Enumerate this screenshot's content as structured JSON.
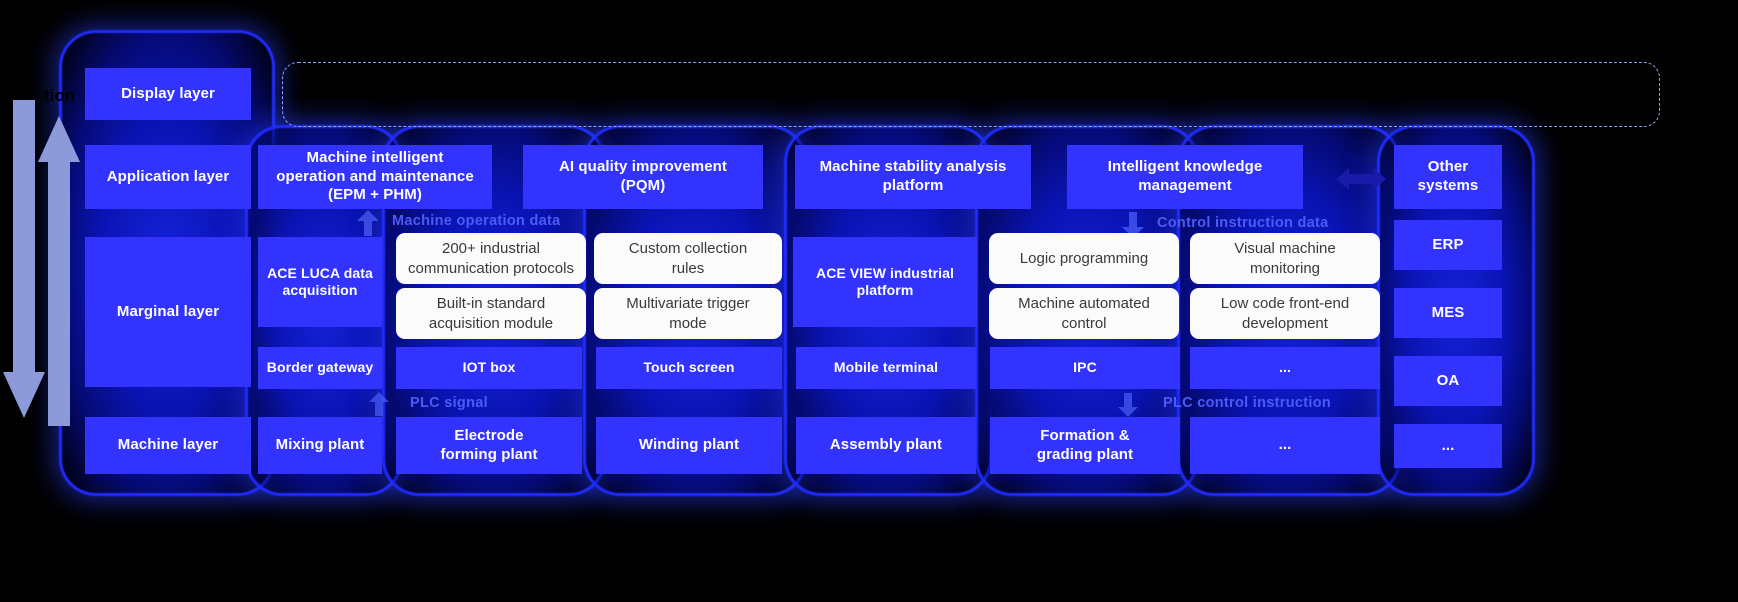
{
  "diagram": {
    "title_fragment_left": "tion",
    "colors": {
      "box_blue": "#3333ff",
      "capsule_glow": "#1f2bff",
      "white_box": "#fbfbfb",
      "flow_label": "#4a5cf5",
      "dashed_border": "#8fa4ff",
      "background": "#000000",
      "arrow_lavender": "#8c9ada"
    },
    "layers": [
      {
        "key": "display",
        "label": "Display layer"
      },
      {
        "key": "application",
        "label": "Application layer"
      },
      {
        "key": "marginal",
        "label": "Marginal layer"
      },
      {
        "key": "machine",
        "label": "Machine layer"
      }
    ],
    "application_layer": {
      "items": [
        "Machine intelligent\noperation and maintenance\n(EPM + PHM)",
        "AI quality improvement\n(PQM)",
        "Machine stability analysis\nplatform",
        "Intelligent knowledge\nmanagement"
      ]
    },
    "marginal_layer": {
      "left_platform": "ACE LUCA data\nacquisition",
      "right_platform": "ACE VIEW industrial\nplatform",
      "left_features": [
        "200+ industrial\ncommunication protocols",
        "Custom collection\nrules",
        "Built-in standard\nacquisition module",
        "Multivariate trigger\nmode"
      ],
      "right_features": [
        "Logic programming",
        "Visual machine\nmonitoring",
        "Machine automated\ncontrol",
        "Low code front-end\ndevelopment"
      ]
    },
    "device_row": {
      "items": [
        "Border gateway",
        "IOT box",
        "Touch screen",
        "Mobile terminal",
        "IPC",
        "..."
      ]
    },
    "machine_layer": {
      "items": [
        "Mixing plant",
        "Electrode\nforming plant",
        "Winding plant",
        "Assembly plant",
        "Formation &\ngrading plant",
        "..."
      ]
    },
    "right_column": {
      "items": [
        "Other\nsystems",
        "ERP",
        "MES",
        "OA"
      ]
    },
    "flow_labels": {
      "machine_operation_data": "Machine operation data",
      "control_instruction_data": "Control instruction data",
      "plc_signal": "PLC signal",
      "plc_control_instruction": "PLC control instruction"
    }
  }
}
